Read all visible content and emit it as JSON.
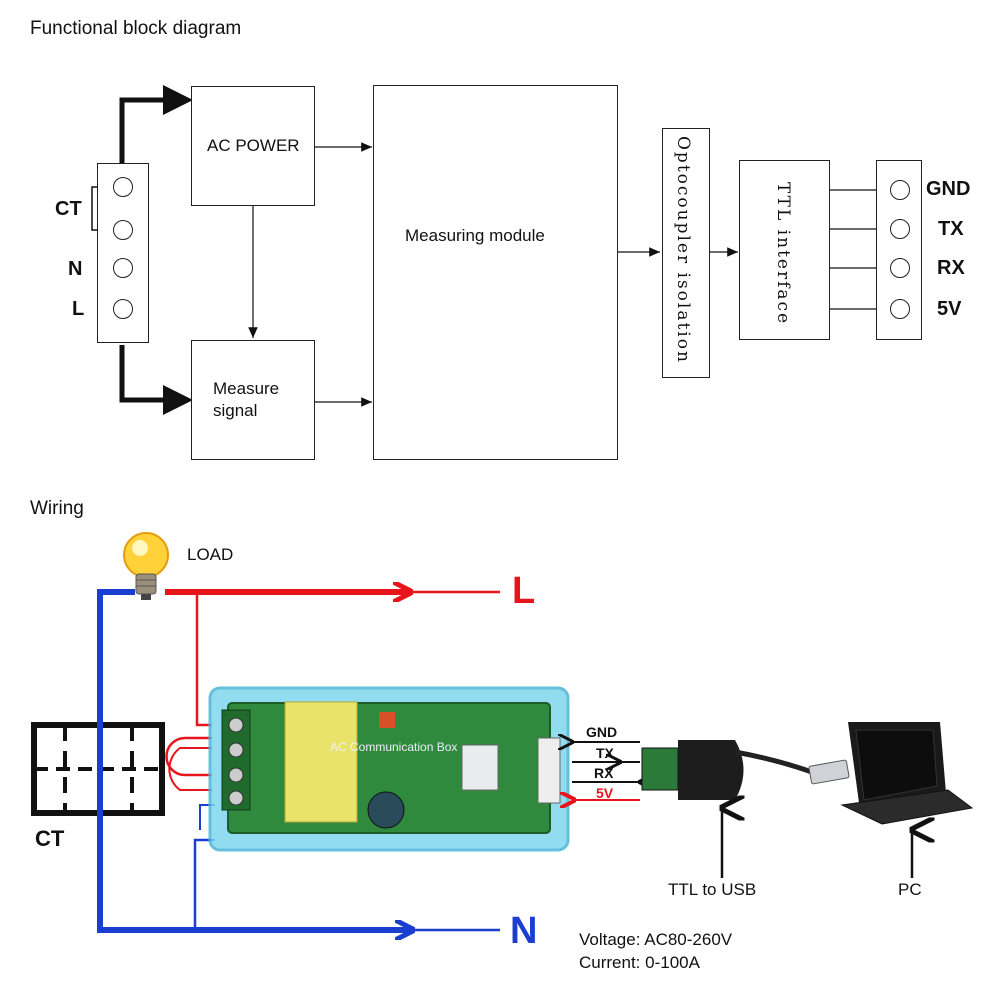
{
  "block_diagram": {
    "title": "Functional block diagram",
    "ac_power": "AC POWER",
    "measure_signal_line1": "Measure",
    "measure_signal_line2": "signal",
    "measuring_module": "Measuring module",
    "optocoupler": "Optocoupler isolation",
    "ttl_interface": "TTL interface",
    "input_labels": {
      "ct": "CT",
      "n": "N",
      "l": "L"
    },
    "output_pins": [
      "GND",
      "TX",
      "RX",
      "5V"
    ]
  },
  "wiring": {
    "title": "Wiring",
    "load": "LOAD",
    "l_line": "L",
    "n_line": "N",
    "ct": "CT",
    "ttl_to_usb": "TTL to USB",
    "pc": "PC",
    "wire_labels": [
      "GND",
      "TX",
      "RX",
      "5V"
    ],
    "module_text": "AC Communication Box",
    "voltage": "Voltage: AC80-260V",
    "current": "Current: 0-100A",
    "colors": {
      "live": "#e8141b",
      "neutral": "#1a3fd0",
      "module": "#7fd6ee"
    }
  }
}
